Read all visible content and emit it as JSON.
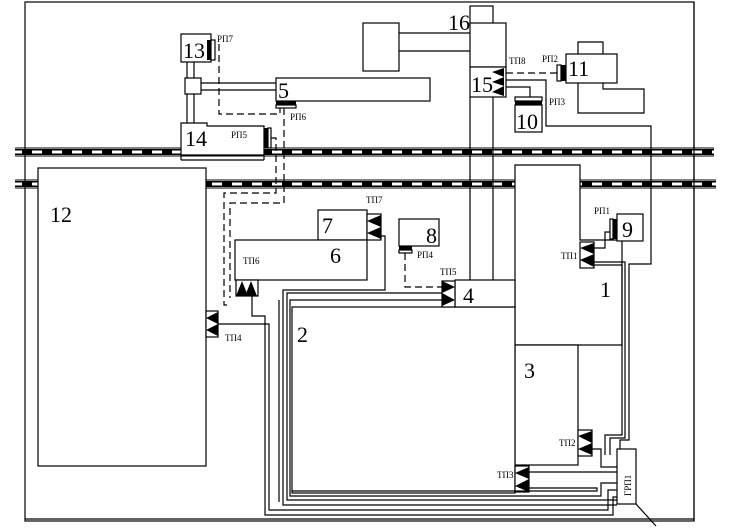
{
  "diagram": {
    "blocks": [
      {
        "id": "1",
        "label": "1"
      },
      {
        "id": "2",
        "label": "2"
      },
      {
        "id": "3",
        "label": "3"
      },
      {
        "id": "4",
        "label": "4"
      },
      {
        "id": "5",
        "label": "5"
      },
      {
        "id": "6",
        "label": "6"
      },
      {
        "id": "7",
        "label": "7"
      },
      {
        "id": "8",
        "label": "8"
      },
      {
        "id": "9",
        "label": "9"
      },
      {
        "id": "10",
        "label": "10"
      },
      {
        "id": "11",
        "label": "11"
      },
      {
        "id": "12",
        "label": "12"
      },
      {
        "id": "13",
        "label": "13"
      },
      {
        "id": "14",
        "label": "14"
      },
      {
        "id": "15",
        "label": "15"
      },
      {
        "id": "16",
        "label": "16"
      }
    ],
    "devices": {
      "rp1": "РП1",
      "rp2": "РП2",
      "rp3": "РП3",
      "rp4": "РП4",
      "rp5": "РП5",
      "rp6": "РП6",
      "rp7": "РП7",
      "tp1": "ТП1",
      "tp2": "ТП2",
      "tp3": "ТП3",
      "tp4": "ТП4",
      "tp5": "ТП5",
      "tp6": "ТП6",
      "tp7": "ТП7",
      "tp8": "ТП8",
      "grp1": "ГРП1"
    },
    "colors": {
      "line": "#000000",
      "background": "#ffffff"
    }
  }
}
